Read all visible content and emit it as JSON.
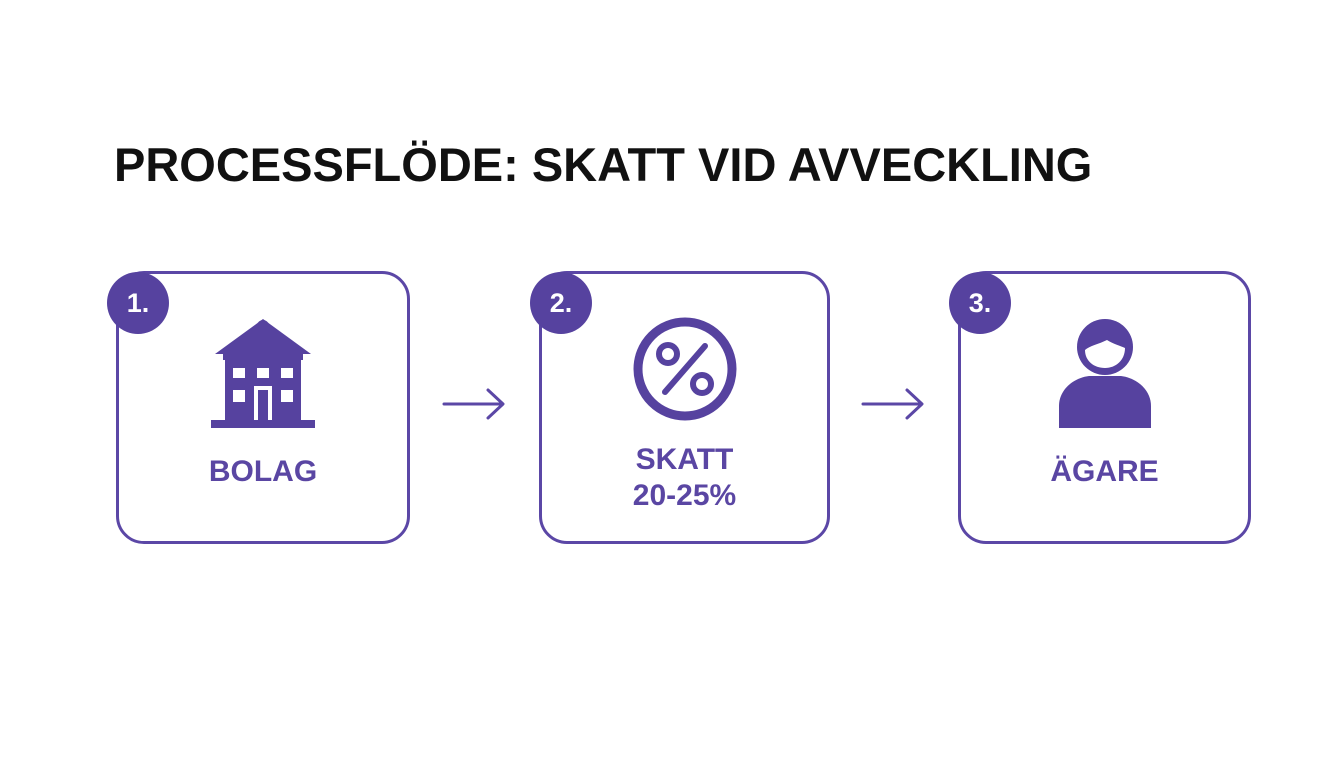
{
  "title": "PROCESSFLÖDE: SKATT VID AVVECKLING",
  "colors": {
    "accent": "#56429f",
    "text": "#111111",
    "background": "#ffffff"
  },
  "steps": [
    {
      "number": "1.",
      "icon": "building-icon",
      "label": "BOLAG"
    },
    {
      "number": "2.",
      "icon": "percent-icon",
      "label_line1": "SKATT",
      "label_line2": "20-25%"
    },
    {
      "number": "3.",
      "icon": "person-icon",
      "label": "ÄGARE"
    }
  ],
  "connectors": [
    "arrow-right-icon",
    "arrow-right-icon"
  ]
}
